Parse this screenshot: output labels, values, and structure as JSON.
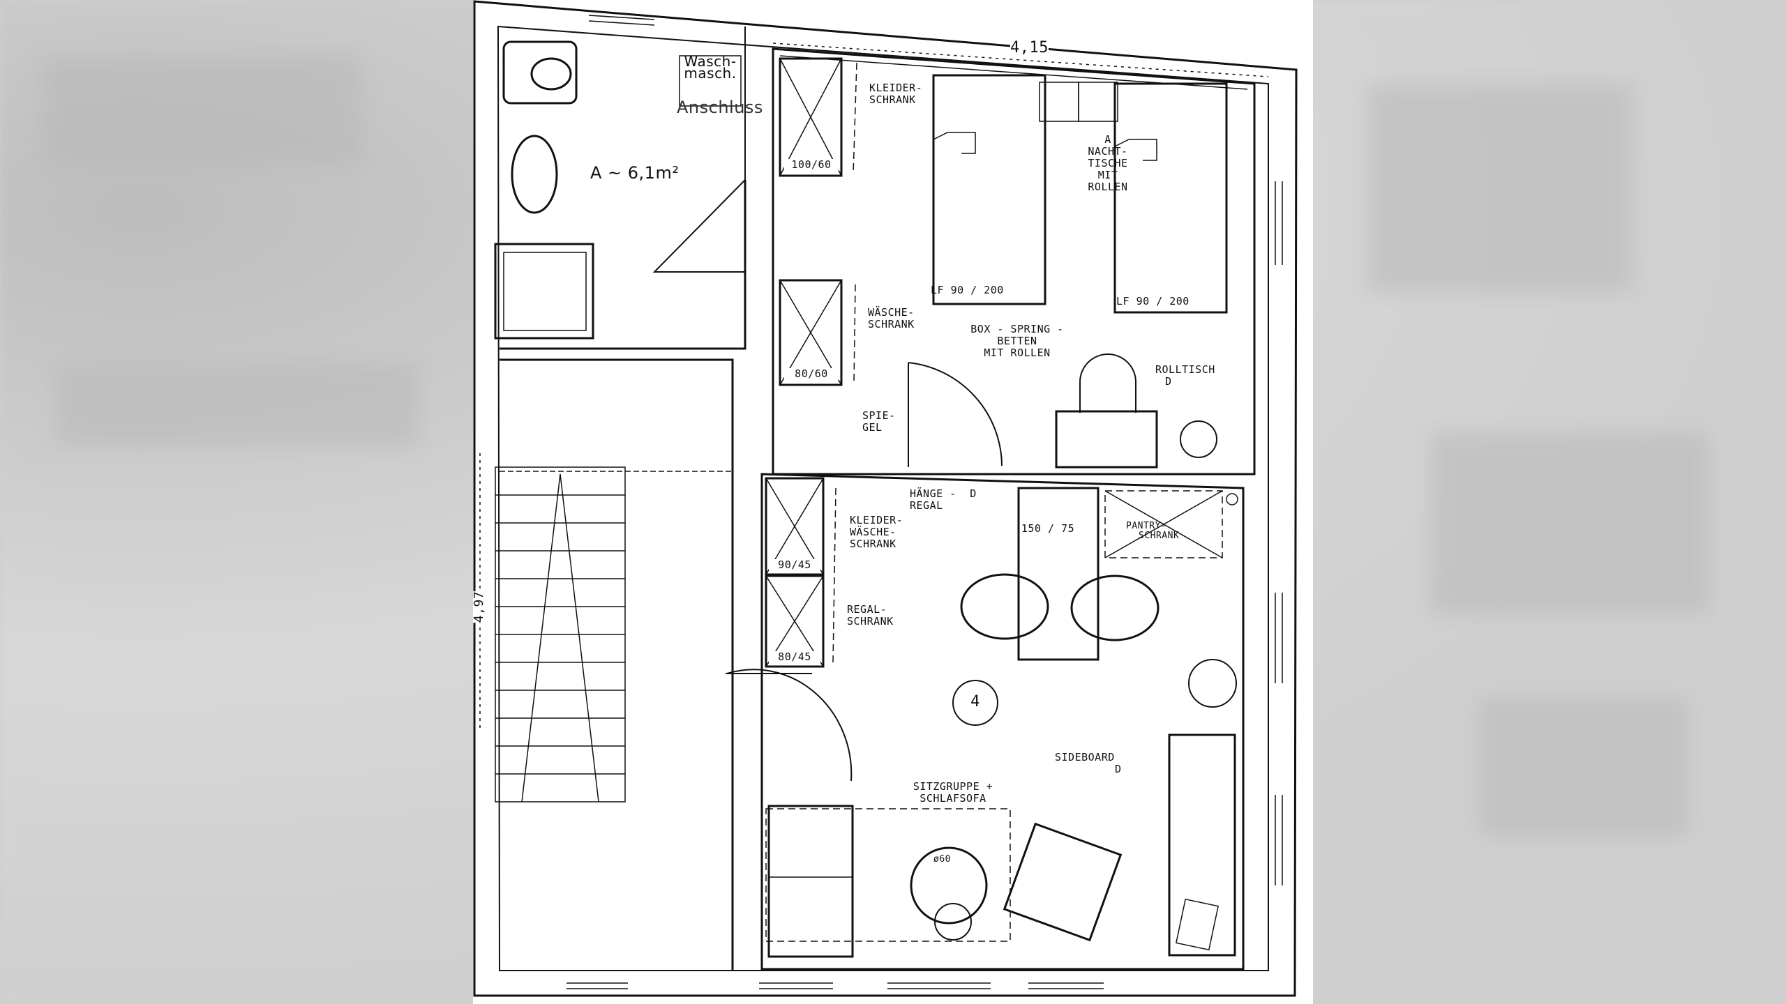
{
  "bathroom": {
    "wm_line1": "Wasch-",
    "wm_line2": "masch.",
    "wm_line3": "Anschluss",
    "area": "A ~ 6,1m²"
  },
  "dimensions": {
    "top_width": "4,15",
    "left_height": "4,97"
  },
  "bedroom": {
    "kleiderschrank_l1": "KLEIDER-",
    "kleiderschrank_l2": "SCHRANK",
    "kleiderschrank_size": "100/60",
    "nachttische_l1": "A",
    "nachttische_l2": "NACHT-",
    "nachttische_l3": "TISCHE",
    "nachttische_l4": "MIT",
    "nachttische_l5": "ROLLEN",
    "bed1_size": "LF 90 / 200",
    "bed2_size": "LF 90 / 200",
    "waescheschrank_l1": "WÄSCHE-",
    "waescheschrank_l2": "SCHRANK",
    "waescheschrank_size": "80/60",
    "boxspring_l1": "BOX - SPRING -",
    "boxspring_l2": "BETTEN",
    "boxspring_l3": "MIT ROLLEN",
    "rolltisch": "ROLLTISCH",
    "spiegel_l1": "SPIE-",
    "spiegel_l2": "GEL"
  },
  "living": {
    "haengeregal_l1": "HÄNGE -",
    "haengeregal_l2": "REGAL",
    "table_size": "150 / 75",
    "pantry_l1": "PANTRY-",
    "pantry_l2": "SCHRANK",
    "kw_l1": "KLEIDER-",
    "kw_l2": "WÄSCHE-",
    "kw_l3": "SCHRANK",
    "kw_size": "90/45",
    "regal_l1": "REGAL-",
    "regal_l2": "SCHRANK",
    "regal_size": "80/45",
    "room_number": "4",
    "sideboard": "SIDEBOARD",
    "sitz_l1": "SITZGRUPPE +",
    "sitz_l2": "SCHLAFSOFA",
    "round_table": "ø60",
    "marker": "D"
  }
}
